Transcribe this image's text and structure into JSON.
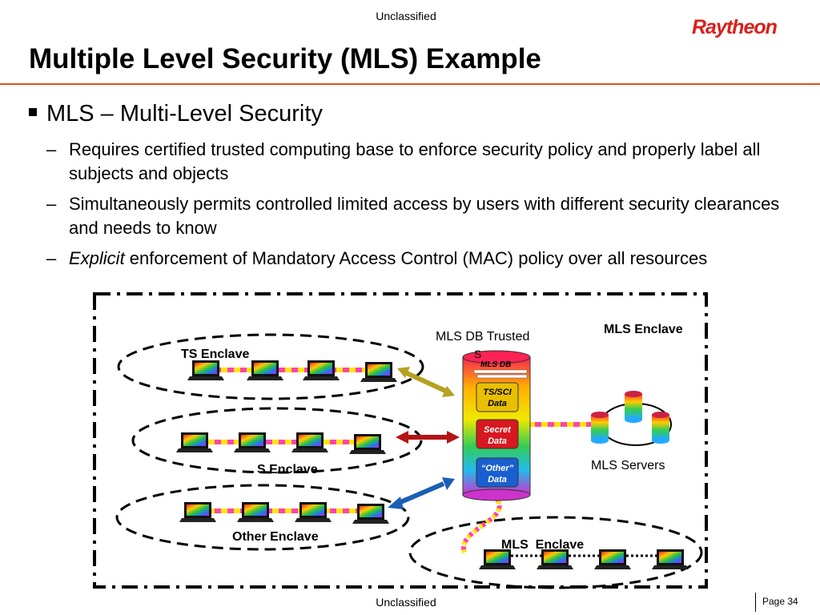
{
  "header": {
    "classification": "Unclassified",
    "title": "Multiple Level Security (MLS) Example",
    "logo": "Raytheon"
  },
  "content": {
    "bullet": "MLS – Multi-Level Security",
    "subitems": [
      {
        "dash": "–",
        "emphasis": "",
        "text": "Requires certified trusted computing base to enforce security policy and properly label all subjects and objects"
      },
      {
        "dash": "–",
        "emphasis": "",
        "text": "Simultaneously permits controlled limited access by users with different security clearances and needs to know"
      },
      {
        "dash": "–",
        "emphasis": "Explicit",
        "text": " enforcement of Mandatory Access Control (MAC) policy over all resources"
      }
    ]
  },
  "diagram": {
    "mls_enclave_outer": "MLS Enclave",
    "ts_enclave": "TS Enclave",
    "s_enclave": "S Enclave",
    "other_enclave": "Other Enclave",
    "mls_enclave_bottom": "MLS  Enclave",
    "db_server_label": "MLS DB Trusted",
    "db_server_cut_line": "S",
    "db_cap_label": "MLS DB",
    "db_ts_sci_line1": "TS/SCI",
    "db_ts_sci_line2": "Data",
    "db_secret_line1": "Secret",
    "db_secret_line2": "Data",
    "db_other_line1": "“Other”",
    "db_other_line2": "Data",
    "servers_label": "MLS Servers",
    "colors": {
      "ts_arrow": "#b8a020",
      "s_arrow": "#b41414",
      "other_arrow": "#1a5fb4",
      "enclave_border": "#000000",
      "link_pink": "#ff44aa",
      "link_yellow": "#ffe600",
      "title_rule": "#d9531e",
      "logo": "#d8201c"
    },
    "icons": [
      "laptop-icon",
      "server-icon",
      "database-icon",
      "double-arrow-icon"
    ]
  },
  "footer": {
    "classification": "Unclassified",
    "page": "Page 34"
  }
}
